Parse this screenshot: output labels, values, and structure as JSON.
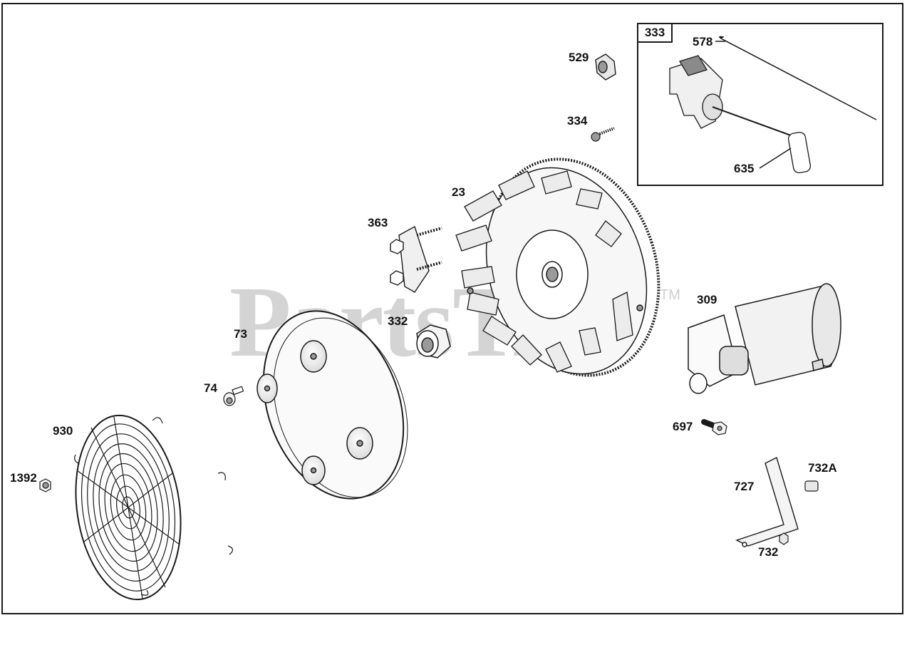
{
  "watermark": {
    "text": "PartsTree",
    "tm": "TM"
  },
  "inset": {
    "label": "333"
  },
  "labels": {
    "p529": "529",
    "p334": "334",
    "p578": "578",
    "p635": "635",
    "p23": "23",
    "p363": "363",
    "p309": "309",
    "p332": "332",
    "p73": "73",
    "p74": "74",
    "p697": "697",
    "p930": "930",
    "p1392": "1392",
    "p732A": "732A",
    "p727": "727",
    "p732": "732"
  },
  "colors": {
    "line": "#1a1a1a",
    "part_fill": "#f4f4f4",
    "shade": "#9a9a9a",
    "watermark": "#d4d4d4"
  }
}
